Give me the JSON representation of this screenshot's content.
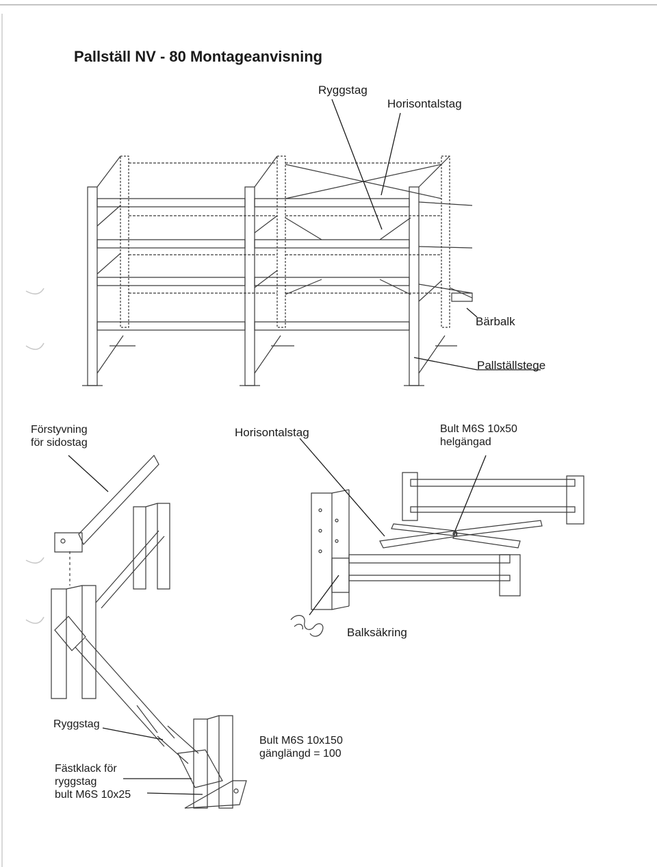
{
  "title": "Pallställ NV - 80 Montageanvisning",
  "labels": {
    "ryggstag_top": "Ryggstag",
    "horisontalstag_top": "Horisontalstag",
    "barbalk": "Bärbalk",
    "pallstallstege": "Pallställstege",
    "forstyvning_line1": "Förstyvning",
    "forstyvning_line2": "för sidostag",
    "horisontalstag_mid": "Horisontalstag",
    "bult50_line1": "Bult M6S 10x50",
    "bult50_line2": "helgängad",
    "balksakring": "Balksäkring",
    "ryggstag_bottom": "Ryggstag",
    "fastklack_line1": "Fästklack för",
    "fastklack_line2": "ryggstag",
    "fastklack_line3": "bult M6S 10x25",
    "bult150_line1": "Bult M6S 10x150",
    "bult150_line2": "gänglängd = 100"
  },
  "colors": {
    "paper": "#ffffff",
    "ink": "#1a1a1a",
    "drawing_line": "#3a3a3a",
    "scan_edge": "#8a8a8a",
    "punch_hole": "#c8c8c8"
  }
}
